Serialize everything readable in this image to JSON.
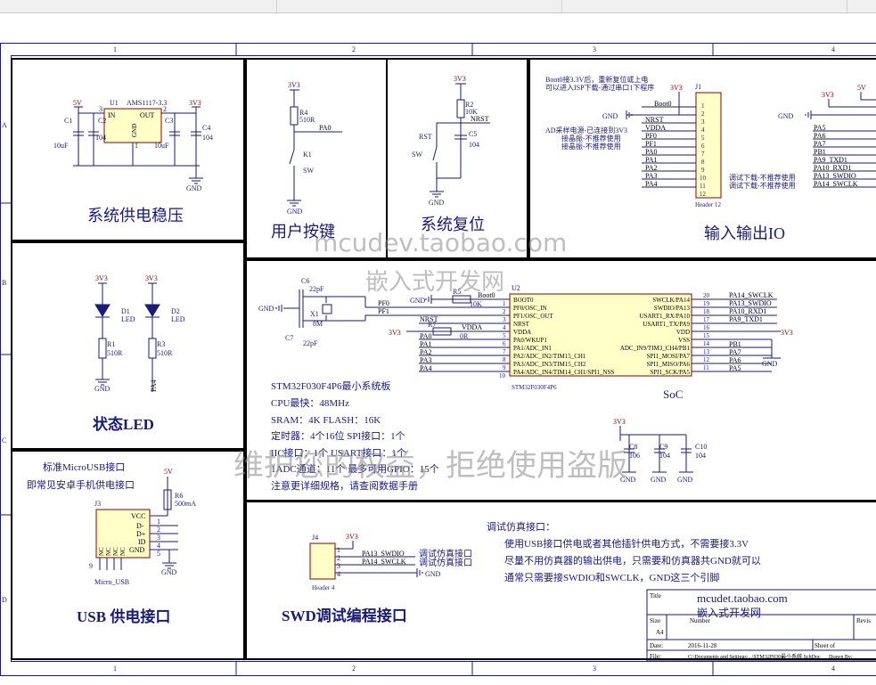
{
  "border": {
    "cols": [
      "1",
      "2",
      "3",
      "4"
    ],
    "rows": [
      "A",
      "B",
      "C",
      "D"
    ]
  },
  "sections": {
    "power": "系统供电稳压",
    "key": "用户按键",
    "reset": "系统复位",
    "io": "输入输出IO",
    "led": "状态LED",
    "usb": "USB 供电接口",
    "swd": "SWD调试编程接口",
    "soc": "SoC"
  },
  "power": {
    "v5": "5V",
    "v33a": "3V3",
    "v33b": "3V3",
    "u1": "U1",
    "u1_part": "AMS1117-3.3",
    "in": "IN",
    "out": "OUT",
    "gnd": "GND",
    "p3": "3",
    "p2": "2",
    "p1": "1",
    "c1": "C1",
    "c2": "C2",
    "c3": "C3",
    "c4": "C4",
    "c1v": "10uF",
    "c2v": "104",
    "c3v": "10uF",
    "c4v": "104",
    "gnd_lbl": "GND"
  },
  "key": {
    "v33": "3V3",
    "r4": "R4",
    "r4v": "510R",
    "pa0": "PA0",
    "k1": "K1",
    "sw": "SW",
    "gnd": "GND"
  },
  "reset": {
    "v33": "3V3",
    "r2": "R2",
    "r2v": "10K",
    "nrst": "NRST",
    "rst": "RST",
    "c5": "C5",
    "c5v": "104",
    "sw": "SW",
    "gnd": "GND"
  },
  "io": {
    "note1": "Boot0接3.3V后，重新复位或上电",
    "note2": "可以进入ISP下载-通过串口1下程序",
    "v33": "3V3",
    "j1": "J1",
    "header": "Header 12",
    "note3": "AD采样电源-已连接到3V3",
    "note4": "接晶振-不推荐使用",
    "note5": "接晶振-不推荐使用",
    "note6": "调试下载-不推荐使用",
    "note7": "调试下载-不推荐使用",
    "gnd": "GND",
    "left_nets": [
      "Boot0",
      "",
      "NRST",
      "VDDA",
      "PF0",
      "PF1",
      "PA0",
      "PA1",
      "PA2",
      "PA3",
      "PA4"
    ],
    "pins": [
      "1",
      "2",
      "3",
      "4",
      "5",
      "6",
      "7",
      "8",
      "9",
      "10",
      "11",
      "12"
    ],
    "right_v33": "3V3",
    "right_v5": "5V",
    "right_gnd": "GND",
    "right_nets": [
      "PA5",
      "PA6",
      "PA7",
      "PB1",
      "PA9_TXD1",
      "PA10_RXD1",
      "PA13_SWDIO",
      "PA14_SWCLK"
    ]
  },
  "led": {
    "v33a": "3V3",
    "v33b": "3V3",
    "d1": "D1",
    "d2": "D2",
    "led": "LED",
    "r1": "R1",
    "r3": "R3",
    "rv": "510R",
    "gnd": "GND",
    "pa4": "PA4"
  },
  "usb": {
    "desc1": "标准MicroUSB接口",
    "desc2": "即常见安卓手机供电接口",
    "v5": "5V",
    "r6": "R6",
    "r6v": "500mA",
    "j3": "J3",
    "pins": [
      "VCC",
      "D-",
      "D+",
      "ID",
      "GND"
    ],
    "nums": [
      "1",
      "2",
      "3",
      "4",
      "5"
    ],
    "nc": "NC",
    "part": "Micro_USB",
    "gnd": "GND",
    "nine": "9"
  },
  "soc": {
    "c6": "C6",
    "c6v": "22pF",
    "c7": "C7",
    "c7v": "22pF",
    "x1": "X1",
    "x1v": "8M",
    "gnd": "GND",
    "pf0": "PF0",
    "pf1": "PF1",
    "r5": "R5",
    "r5v": "10K",
    "boot0": "Boot0",
    "u2": "U2",
    "r7": "R7",
    "r7v": "0R",
    "vdda": "VDDA",
    "v33": "3V3",
    "nrst": "NRST",
    "left_nets": [
      "PA0",
      "PA1",
      "PA2",
      "PA3",
      "PA4"
    ],
    "lpins": [
      "BOOT0",
      "PF0/OSC_IN",
      "PF1/OSC_OUT",
      "NRST",
      "VDDA",
      "PA0/WKUP1",
      "PA1/ADC_IN1",
      "PA2/ADC_IN2/TIM15_CH1",
      "PA3/ADC_IN3/TIM15_CH2",
      "PA4/ADC_IN4/TIM14_CH1/SPI1_NSS"
    ],
    "lnums": [
      "1",
      "2",
      "3",
      "4",
      "5",
      "6",
      "7",
      "8",
      "9",
      "10"
    ],
    "rpins": [
      "SWCLK/PA14",
      "SWDIO/PA13",
      "USART1_RX/PA10",
      "USART1_TX/PA9",
      "VDD",
      "VSS",
      "ADC_IN9/TIM3_CH4/PB1",
      "SPI1_MOSI/PA7",
      "SPI1_MISO/PA6",
      "SPI1_SCK/PA5"
    ],
    "rnums": [
      "20",
      "19",
      "18",
      "17",
      "16",
      "15",
      "14",
      "13",
      "12",
      "11"
    ],
    "rnets": [
      "PA14_SWCLK",
      "PA13_SWDIO",
      "PA10_RXD1",
      "PA9_TXD1",
      "",
      "",
      "PB1",
      "PA7",
      "PA6",
      "PA5"
    ],
    "part": "STM32F030F4P6",
    "rv33": "3V3",
    "rgnd": "GND",
    "c8": "C8",
    "c9": "C9",
    "c10": "C10",
    "c8v": "106",
    "c9v": "104",
    "c10v": "104",
    "cv33": "3V3",
    "cgnd": "GND",
    "spec": [
      "STM32F030F4P6最小系统板",
      "CPU最快：48MHz",
      "SRAM：4K    FLASH：16K",
      "定时器：4个16位    SPI接口：1个",
      "IIC接口：1个         USART接口：1个",
      "1ADC通道：11个    最多可用GPIO：15个",
      "注意更详细规格，请查阅数据手册"
    ]
  },
  "swd": {
    "j4": "J4",
    "v33": "3V3",
    "nets": [
      "PA13_SWDIO",
      "PA14_SWCLK"
    ],
    "nums": [
      "1",
      "2",
      "3",
      "4"
    ],
    "lbl1": "调试仿真接口",
    "lbl2": "调试仿真接口",
    "gnd": "GND",
    "part": "Header 4",
    "title": "调试仿真接口：",
    "line1": "使用USB接口供电或者其他插针供电方式，不需要接3.3V",
    "line2": "尽量不用仿真器的输出供电，只需要和仿真器共GND就可以",
    "line3": "通常只需要接SWDIO和SWCLK，GND这三个引脚"
  },
  "titleblock": {
    "title_lbl": "Title",
    "title": "mcudet.taobao.com",
    "title2": "嵌入式开发网",
    "size_lbl": "Size",
    "number_lbl": "Number",
    "revision_lbl": "Revis",
    "size": "A4",
    "date_lbl": "Date:",
    "date": "2016-11-28",
    "sheet_lbl": "Sheet  of",
    "file_lbl": "File:",
    "file": "C:\\Documents and Settings\\...\\STM32F030最小系统.SchDoc",
    "drawn": "Drawn By:"
  },
  "watermarks": {
    "w1": "mcudev.taobao.com",
    "w2": "嵌入式开发网",
    "w3": "维护您的权益，拒绝使用盗版"
  }
}
